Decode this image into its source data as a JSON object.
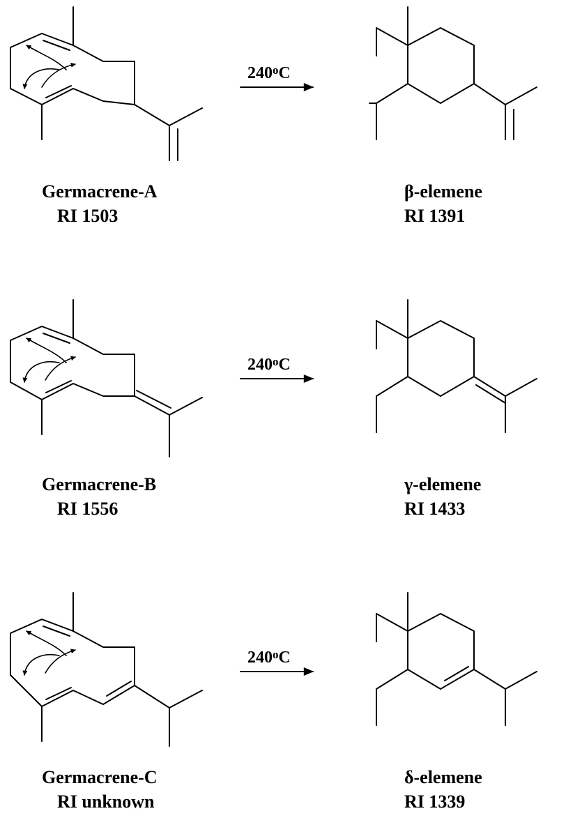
{
  "reactions": [
    {
      "reactant": {
        "name": "Germacrene-A",
        "ri": "RI 1503"
      },
      "condition": {
        "temp": "240",
        "unit": "C",
        "degree": "o"
      },
      "product": {
        "name": "β-elemene",
        "ri": "RI 1391"
      }
    },
    {
      "reactant": {
        "name": "Germacrene-B",
        "ri": "RI 1556"
      },
      "condition": {
        "temp": "240",
        "unit": "C",
        "degree": "o"
      },
      "product": {
        "name": "γ-elemene",
        "ri": "RI 1433"
      }
    },
    {
      "reactant": {
        "name": "Germacrene-C",
        "ri": "RI unknown"
      },
      "condition": {
        "temp": "240",
        "unit": "C",
        "degree": "o"
      },
      "product": {
        "name": "δ-elemene",
        "ri": "RI 1339"
      }
    }
  ]
}
